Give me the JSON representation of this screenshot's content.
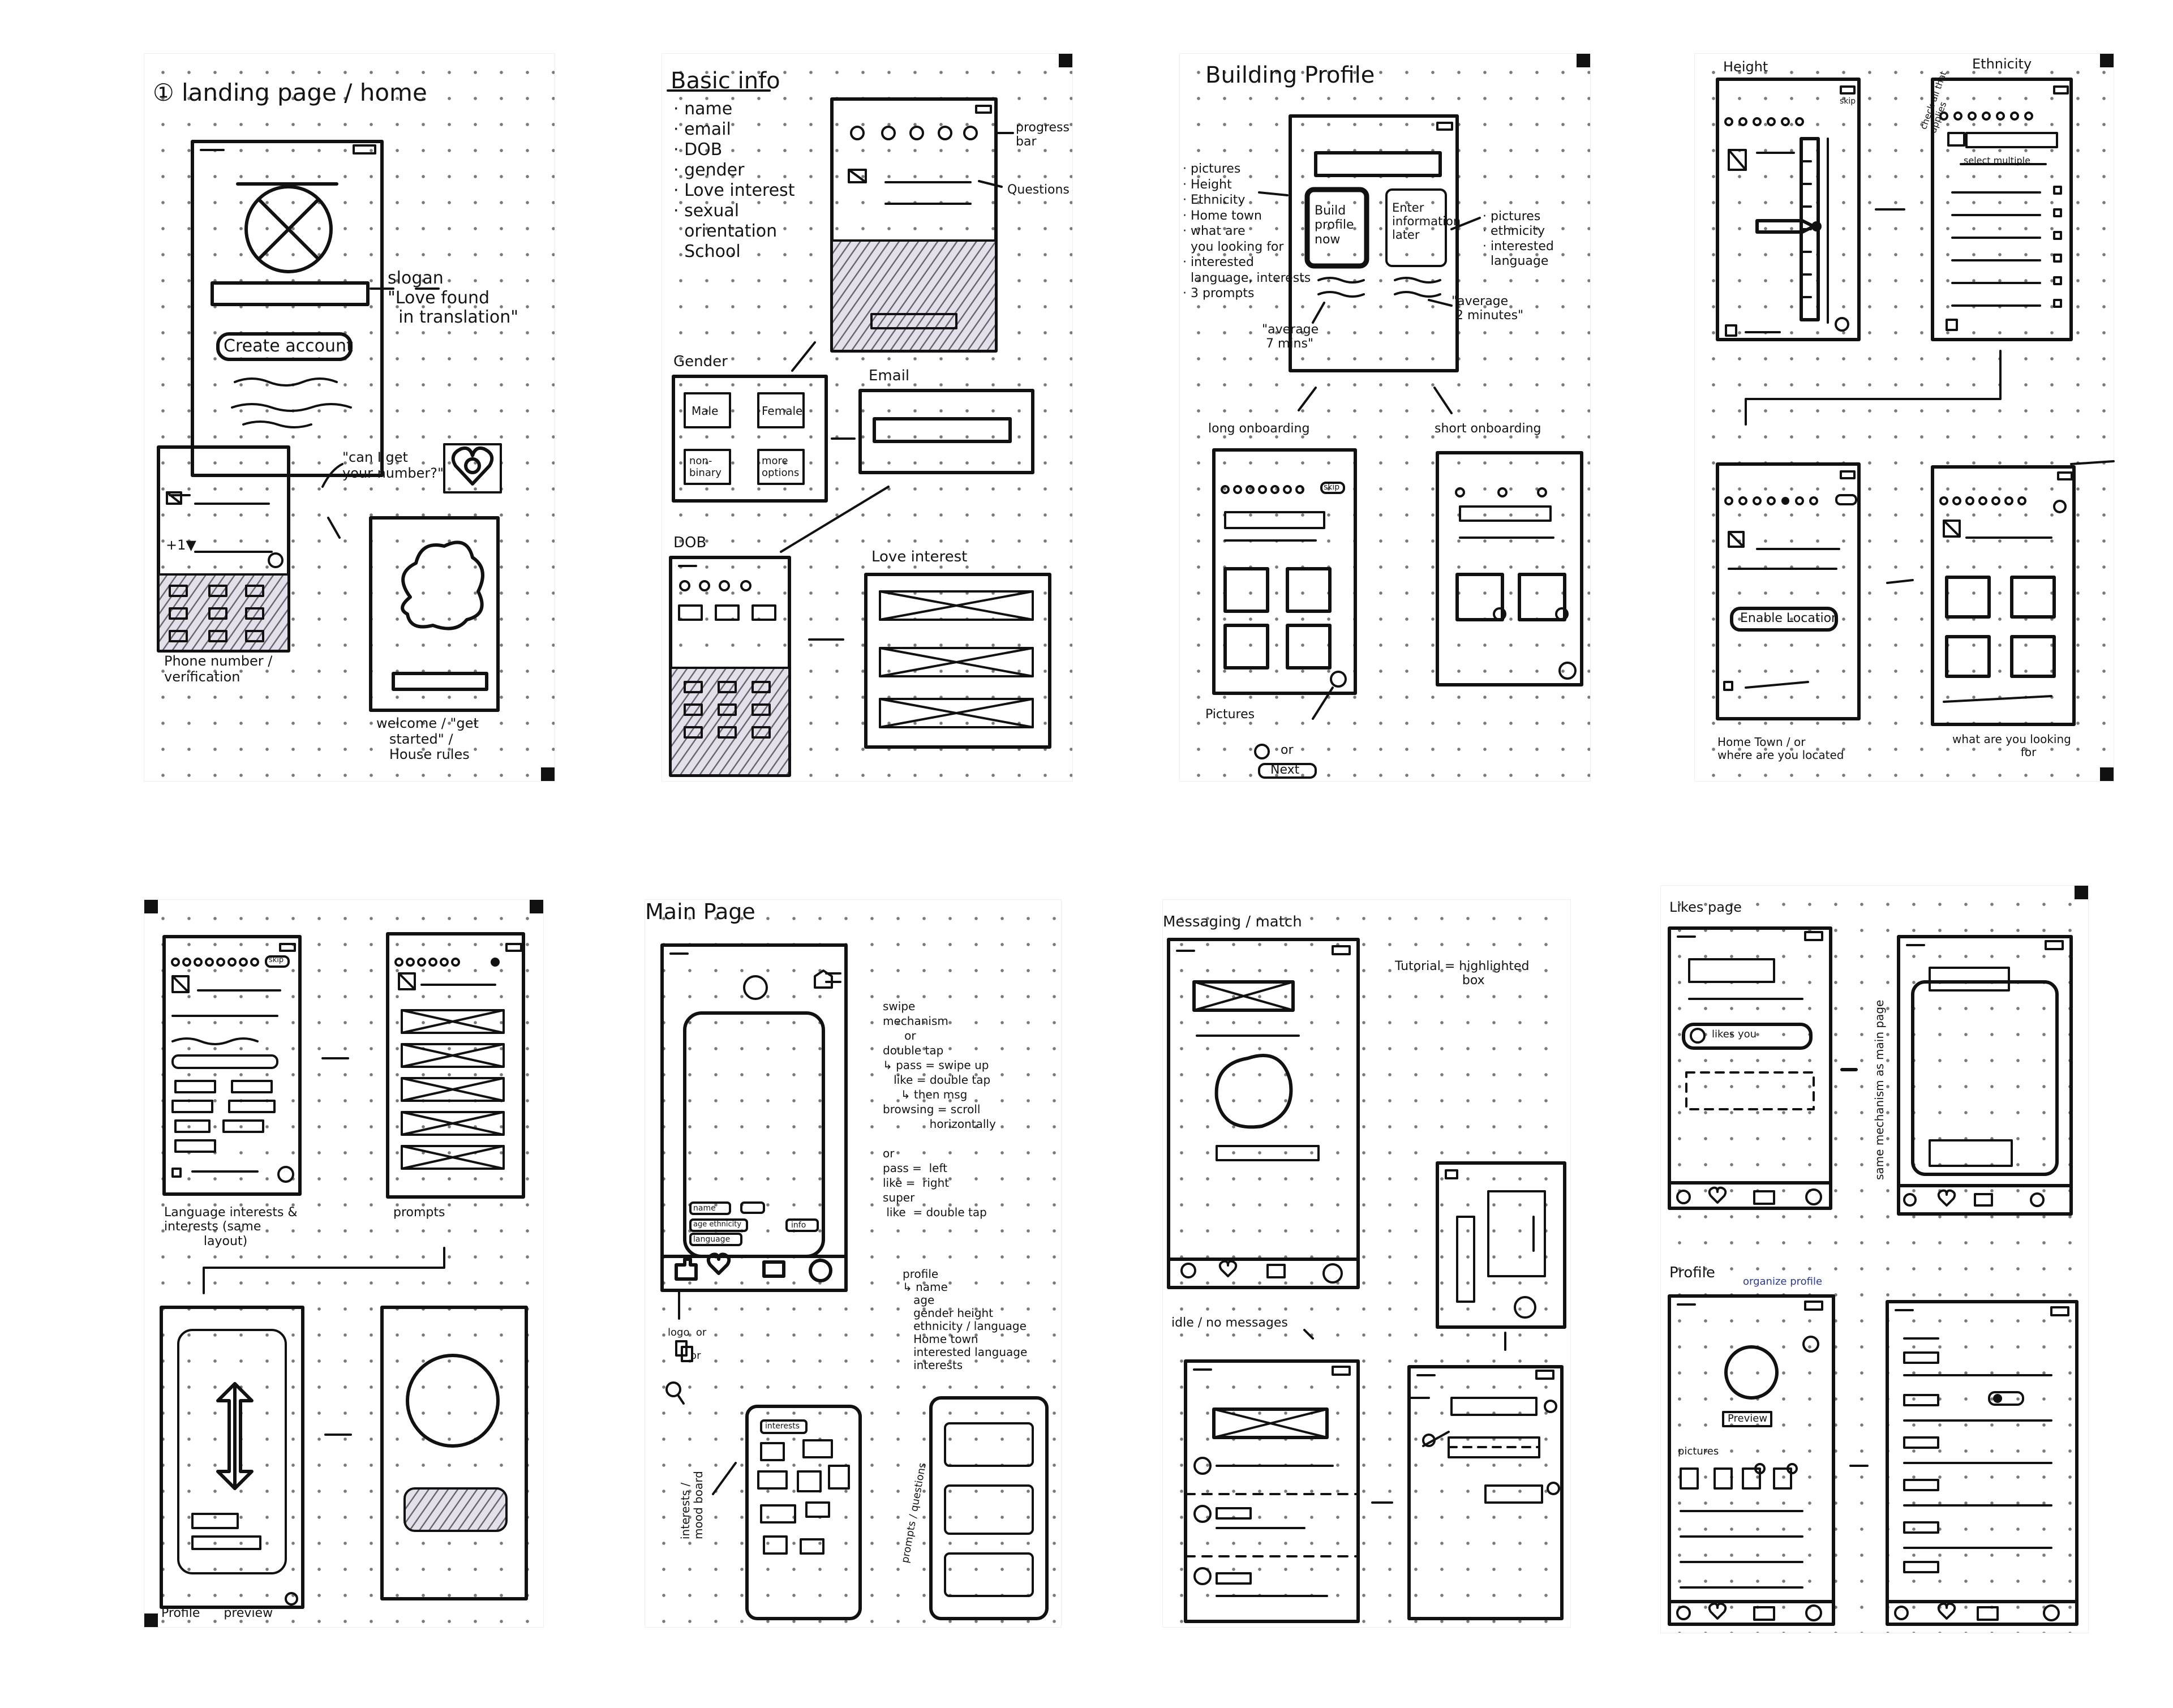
{
  "colors": {
    "ink": "#111111",
    "paper": "#ffffff",
    "grid_dot": "#7a7a7a",
    "blue_ink": "#2a3a8c"
  },
  "pages": {
    "p1": {
      "title": "① landing page / home",
      "slogan_note": "slogan\n\"Love found\n  in translation\"",
      "create_account": "Create account",
      "number_note": "\"can I get\nyour number?\"",
      "country_code": "+1▼",
      "phone_label": "Phone number /\nverification",
      "welcome_label": "welcome / \"get\n   started\" /\n   House rules"
    },
    "p2": {
      "title": "Basic info",
      "fields": "· name\n· email\n· DOB\n· gender\n· Love interest\n· sexual\n  orientation\n  School",
      "progress_note": "progress\nbar",
      "questions_note": "Questions",
      "gender_label": "Gender",
      "male": "Male",
      "female": "Female",
      "non_binary": "non-\nbinary",
      "more_options": "more\noptions",
      "email_label": "Email",
      "dob_label": "DOB",
      "love_interest_label": "Love interest"
    },
    "p3": {
      "title": "Building Profile",
      "left_list": "· pictures\n· Height\n· Ethnicity\n· Home town\n· what are\n  you looking for\n· interested\n  language, interests\n· 3 prompts",
      "build_now": "Build\nprofile\nnow",
      "enter_later": "Enter\ninformation\nlater",
      "right_list": "· pictures\n· ethnicity\n· interested\n  language",
      "avg_long": "\"average\n 7 mins\"",
      "avg_short": "\"average\n 2 minutes\"",
      "long_label": "long onboarding",
      "short_label": "short onboarding",
      "pictures_label": "Pictures",
      "or": "or",
      "next": "Next",
      "skip": "skip"
    },
    "p4": {
      "height_label": "Height",
      "ethnicity_label": "Ethnicity",
      "check_all": "check all that\napplies",
      "select_multiple": "select multiple",
      "skip": "skip",
      "enable_location": "Enable Location",
      "hometown_label": "Home Town / or\nwhere are you located",
      "looking_label": "what are you looking\n                   for"
    },
    "p5": {
      "skip": "skip",
      "lang_label": "Language interests &\ninterests (same\n          layout)",
      "prompts_label": "prompts",
      "profile_label": "Profile      preview"
    },
    "p6": {
      "title": "Main Page",
      "notes": "swipe\nmechanism\n      or\ndouble tap\n↳ pass = swipe up\n   like = double tap\n     ↳ then msg\nbrowsing = scroll\n             horizontally\n\nor\npass =  left\nlike =  right\nsuper\n like  = double tap",
      "profile_notes": "profile\n↳ name\n   age\n   gender height\n   ethnicity / language\n   Home town\n   interested language\n   interests",
      "chip_name": "name",
      "chip_age": "age ethnicity",
      "chip_info": "info",
      "chip_language": "language",
      "logo_note": "logo  or\n\n       or",
      "interests_label": "interests /\nmood board",
      "prompts_label": "prompts / questions",
      "interests_chip": "interests"
    },
    "p7": {
      "title": "Messaging / match",
      "tutorial": "Tutorial = highlighted\n                 box",
      "idle_label": "idle / no messages"
    },
    "p8": {
      "likes_title": "Likes page",
      "likes_you": "likes you",
      "same_mech": "same mechanism as main page",
      "profile_title": "Profile",
      "organize": "organize profile",
      "preview": "Preview",
      "pictures": "pictures"
    }
  }
}
